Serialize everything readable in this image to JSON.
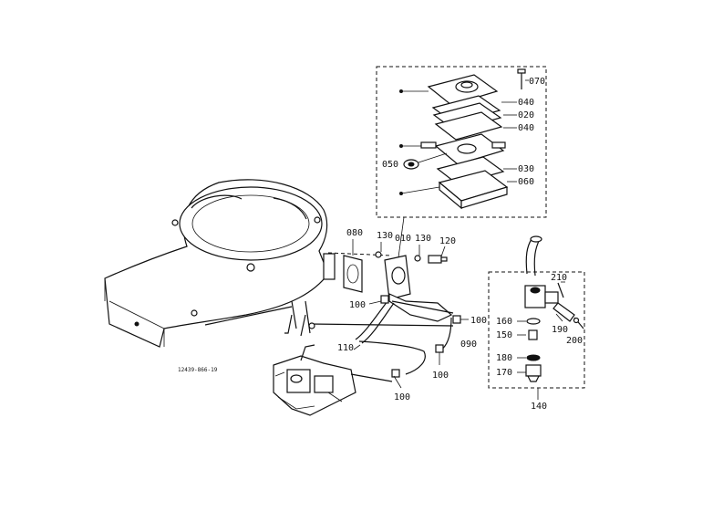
{
  "figure_code": "12439-866-19",
  "callouts": {
    "c010": "010",
    "c020": "020",
    "c030": "030",
    "c040a": "040",
    "c040b": "040",
    "c050": "050",
    "c060": "060",
    "c070": "070",
    "c080": "080",
    "c090": "090",
    "c100a": "100",
    "c100b": "100",
    "c100c": "100",
    "c100d": "100",
    "c110": "110",
    "c120": "120",
    "c130a": "130",
    "c130b": "130",
    "c140": "140",
    "c150": "150",
    "c160": "160",
    "c170": "170",
    "c180": "180",
    "c190": "190",
    "c200": "200",
    "c210": "210"
  }
}
